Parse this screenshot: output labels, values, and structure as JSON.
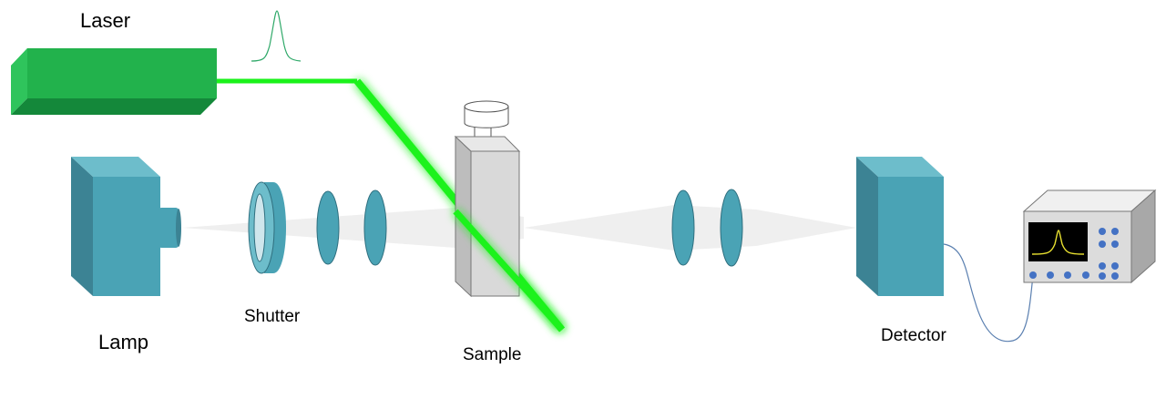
{
  "labels": {
    "laser": "Laser",
    "lamp": "Lamp",
    "shutter": "Shutter",
    "sample": "Sample",
    "detector": "Detector"
  },
  "colors": {
    "laser_body": "#22b24c",
    "laser_top": "#2fc45c",
    "laser_dark": "#14883a",
    "beam": "#1bf21b",
    "teal_front": "#4aa3b5",
    "teal_side": "#3c8394",
    "teal_top": "#6dbdcb",
    "cuvette": "#d9d9d9",
    "probe_light": "#efefef",
    "scope_body": "#dcdcdc",
    "scope_screen": "#000000",
    "scope_trace": "#e8e030",
    "knob": "#4472c4",
    "cable": "#5a7fb0"
  },
  "icons": {
    "pulse": "laser-pulse-icon",
    "oscilloscope": "oscilloscope-icon"
  }
}
